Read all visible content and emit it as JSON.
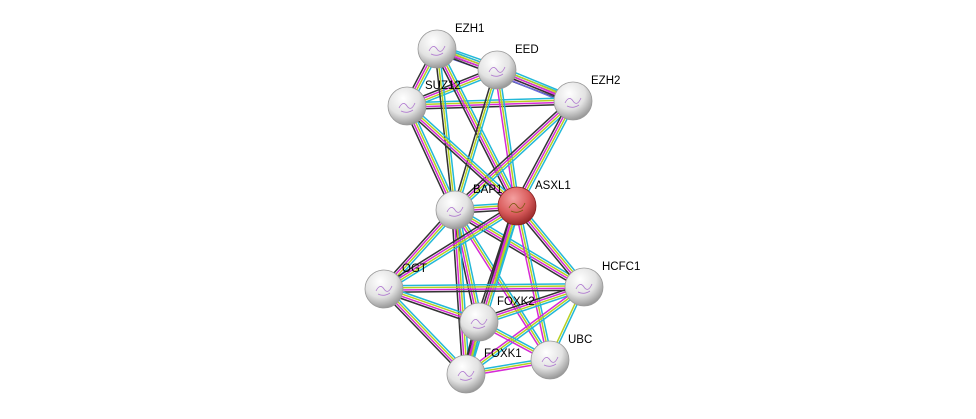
{
  "channel_colors": {
    "c": "#22b8d8",
    "y": "#b8d020",
    "m": "#d62ad6",
    "k": "#333333",
    "b": "#6a6ae0"
  },
  "nodes": [
    {
      "id": "EZH1",
      "label": "EZH1",
      "color": "#e8e8e8"
    },
    {
      "id": "EED",
      "label": "EED",
      "color": "#e8e8e8"
    },
    {
      "id": "EZH2",
      "label": "EZH2",
      "color": "#e8e8e8"
    },
    {
      "id": "SUZ12",
      "label": "SUZ12",
      "color": "#e8e8e8"
    },
    {
      "id": "BAP1",
      "label": "BAP1",
      "color": "#e8e8e8"
    },
    {
      "id": "ASXL1",
      "label": "ASXL1",
      "color": "#e05a5a"
    },
    {
      "id": "OGT",
      "label": "OGT",
      "color": "#e8e8e8"
    },
    {
      "id": "HCFC1",
      "label": "HCFC1",
      "color": "#e8e8e8"
    },
    {
      "id": "FOXK2",
      "label": "FOXK2",
      "color": "#e8e8e8"
    },
    {
      "id": "UBC",
      "label": "UBC",
      "color": "#e8e8e8"
    },
    {
      "id": "FOXK1",
      "label": "FOXK1",
      "color": "#e8e8e8"
    }
  ],
  "edges": [
    [
      "EZH1",
      "EED",
      "cymkb"
    ],
    [
      "EZH1",
      "EZH2",
      "cymk"
    ],
    [
      "EZH1",
      "SUZ12",
      "cymk"
    ],
    [
      "EED",
      "EZH2",
      "cymkb"
    ],
    [
      "EED",
      "SUZ12",
      "cymk"
    ],
    [
      "SUZ12",
      "EZH2",
      "cymk"
    ],
    [
      "EZH1",
      "BAP1",
      "cyk"
    ],
    [
      "EZH1",
      "ASXL1",
      "cymk"
    ],
    [
      "EED",
      "BAP1",
      "cyk"
    ],
    [
      "EED",
      "ASXL1",
      "cym"
    ],
    [
      "EZH2",
      "BAP1",
      "cymk"
    ],
    [
      "EZH2",
      "ASXL1",
      "cymk"
    ],
    [
      "SUZ12",
      "BAP1",
      "cymk"
    ],
    [
      "SUZ12",
      "ASXL1",
      "cymk"
    ],
    [
      "BAP1",
      "ASXL1",
      "cymk"
    ],
    [
      "BAP1",
      "OGT",
      "cymk"
    ],
    [
      "BAP1",
      "HCFC1",
      "cymk"
    ],
    [
      "BAP1",
      "FOXK2",
      "cymk"
    ],
    [
      "BAP1",
      "FOXK1",
      "cymk"
    ],
    [
      "BAP1",
      "UBC",
      "cym"
    ],
    [
      "ASXL1",
      "OGT",
      "cymk"
    ],
    [
      "ASXL1",
      "HCFC1",
      "cymk"
    ],
    [
      "ASXL1",
      "FOXK2",
      "cymk"
    ],
    [
      "ASXL1",
      "FOXK1",
      "cymk"
    ],
    [
      "ASXL1",
      "UBC",
      "cym"
    ],
    [
      "OGT",
      "HCFC1",
      "cymk"
    ],
    [
      "OGT",
      "FOXK2",
      "cymk"
    ],
    [
      "OGT",
      "FOXK1",
      "cymk"
    ],
    [
      "HCFC1",
      "FOXK2",
      "cymk"
    ],
    [
      "HCFC1",
      "FOXK1",
      "cym"
    ],
    [
      "HCFC1",
      "UBC",
      "cy"
    ],
    [
      "FOXK2",
      "FOXK1",
      "cymk"
    ],
    [
      "FOXK2",
      "UBC",
      "cym"
    ],
    [
      "FOXK1",
      "UBC",
      "cym"
    ]
  ]
}
